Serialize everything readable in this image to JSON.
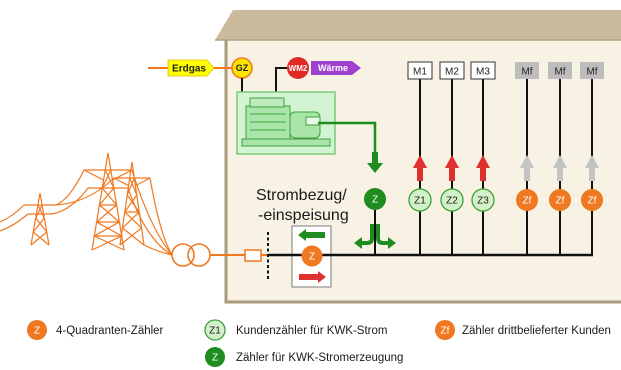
{
  "supply": {
    "gas_label": "Erdgas",
    "gas_meter": "GZ",
    "heat_meter": "WM2",
    "heat_label": "Wärme"
  },
  "grid_connection": {
    "label_line1": "Strombezug/",
    "label_line2": "-einspeisung",
    "meter": "Z"
  },
  "generation": {
    "meter": "Z"
  },
  "customer_units": [
    {
      "unit": "M1",
      "meter": "Z1"
    },
    {
      "unit": "M2",
      "meter": "Z2"
    },
    {
      "unit": "M3",
      "meter": "Z3"
    }
  ],
  "third_party_units": [
    {
      "unit": "Mf",
      "meter": "Zf"
    },
    {
      "unit": "Mf",
      "meter": "Zf"
    },
    {
      "unit": "Mf",
      "meter": "Zf"
    }
  ],
  "legend": [
    {
      "symbol": "Z",
      "label": "4-Quadranten-Zähler",
      "color": "#F07820"
    },
    {
      "symbol": "Z1",
      "label": "Kundenzähler für KWK-Strom",
      "color": "#D4F0C8"
    },
    {
      "symbol": "Zf",
      "label": "Zähler drittbelieferter Kunden",
      "color": "#F07820"
    },
    {
      "symbol": "Z",
      "label": "Zähler für KWK-Stromerzeugung",
      "color": "#1E8C1E"
    }
  ],
  "icons": {
    "grid": "power-pylon-icon",
    "transformer": "transformer-icon",
    "chp": "chp-unit-icon"
  },
  "colors": {
    "four_quadrant_meter": "#F07820",
    "customer_meter": "#D4F0C8",
    "generation": "#1E8C1E",
    "consumption_arrow": "#E03030",
    "third_party_meter": "#F07820",
    "third_party_arrow": "#C4C4C4",
    "third_party_box": "#BDBDBD",
    "gas": "#FFFF00",
    "gas_meter": "#FFE400",
    "heat_meter": "#E02828",
    "heat": "#A040D0",
    "grid_line": "#F07820",
    "building_wall": "#F7F2E4",
    "building_roof": "#CBBB9C"
  }
}
